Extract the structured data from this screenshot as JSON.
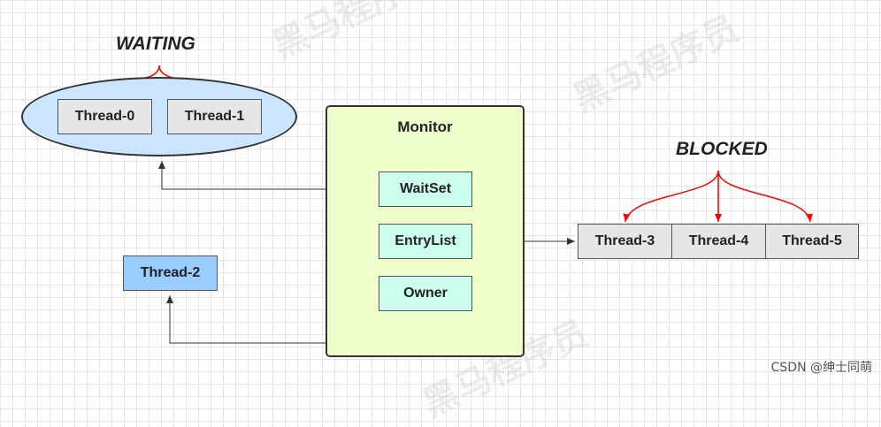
{
  "diagram": {
    "waiting": {
      "label": "WAITING",
      "threads": [
        "Thread-0",
        "Thread-1"
      ]
    },
    "blocked": {
      "label": "BLOCKED",
      "threads": [
        "Thread-3",
        "Thread-4",
        "Thread-5"
      ]
    },
    "monitor": {
      "title": "Monitor",
      "wait_set": "WaitSet",
      "entry_list": "EntryList",
      "owner": "Owner"
    },
    "owner_thread": "Thread-2"
  },
  "colors": {
    "waiting_fill": "#cce5ff",
    "monitor_fill": "#eeffcc",
    "monitor_item_fill": "#ccffee",
    "owner_thread_fill": "#99ccff",
    "thread_fill": "#e6e6e6",
    "state_arrow": "#ff0000"
  },
  "footer": {
    "credit": "CSDN @绅士同萌"
  }
}
